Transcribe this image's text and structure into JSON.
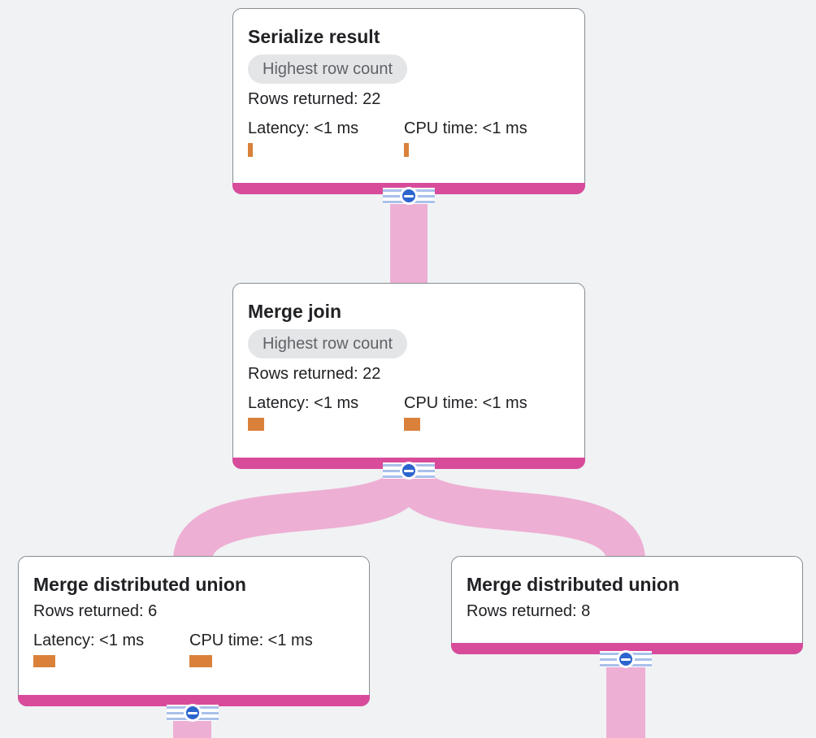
{
  "colors": {
    "page_background": "#f0f2f4",
    "card_background": "#ffffff",
    "card_border": "#878d93",
    "footer_accent_pink": "#d84b9b",
    "flow_link_pink": "#eeafd4",
    "collapse_button_blue": "#2d65cf",
    "stripe_blue": "#a9c0ea",
    "metric_bar_orange": "#d9813a",
    "badge_background": "#e4e5e7",
    "badge_text": "#5f6368",
    "text": "#202124"
  },
  "nodes": [
    {
      "title": "Serialize result",
      "badge": "Highest row count",
      "rows_returned": "Rows returned: 22",
      "latency": {
        "label": "Latency: <1 ms",
        "bar_style": "width:6px;height:17px"
      },
      "cpu": {
        "label": "CPU time: <1 ms",
        "bar_style": "width:6px;height:17px"
      }
    },
    {
      "title": "Merge join",
      "badge": "Highest row count",
      "rows_returned": "Rows returned: 22",
      "latency": {
        "label": "Latency: <1 ms",
        "bar_style": "width:20px;height:16px"
      },
      "cpu": {
        "label": "CPU time: <1 ms",
        "bar_style": "width:20px;height:16px"
      }
    },
    {
      "title": "Merge distributed union",
      "rows_returned": "Rows returned: 6",
      "latency": {
        "label": "Latency: <1 ms",
        "bar_style": "width:27px;height:15px"
      },
      "cpu": {
        "label": "CPU time: <1 ms",
        "bar_style": "width:28px;height:15px"
      }
    },
    {
      "title": "Merge distributed union",
      "rows_returned": "Rows returned: 8"
    }
  ]
}
